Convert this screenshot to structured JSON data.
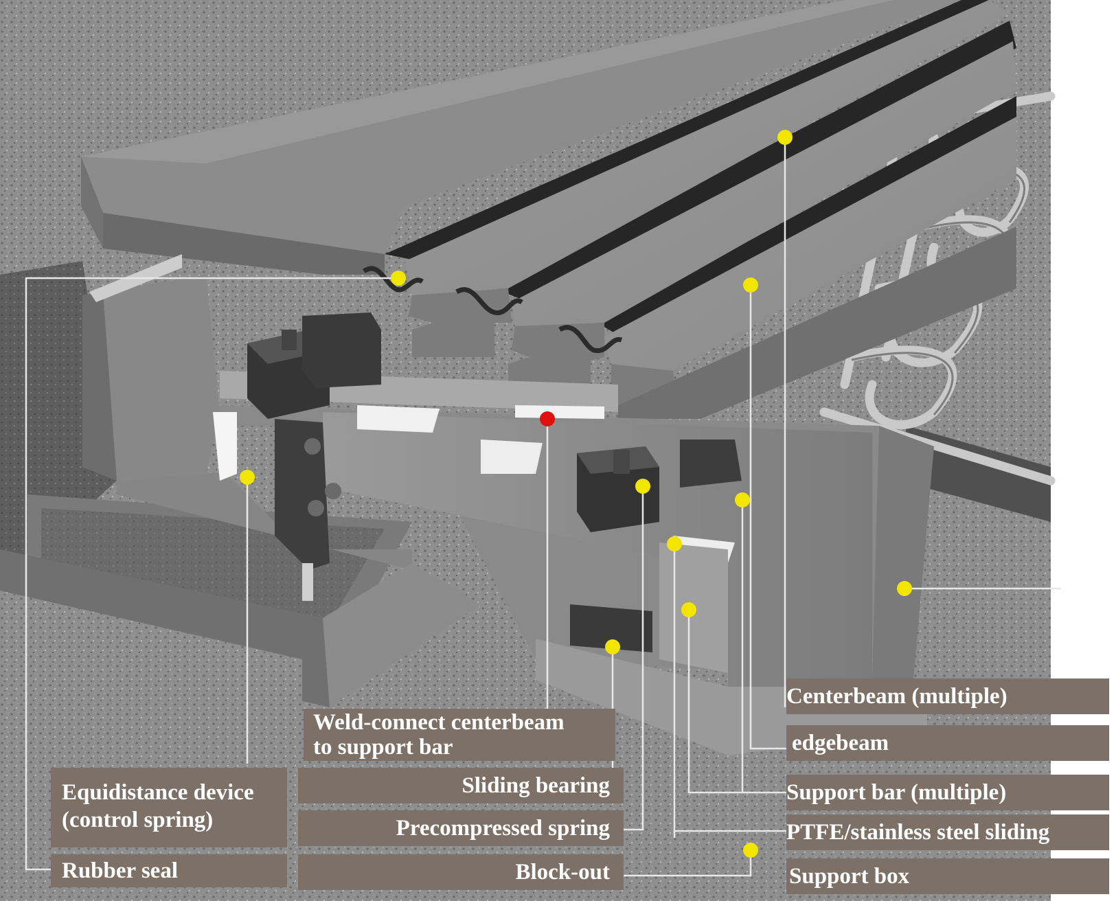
{
  "labels": {
    "rubber_seal": "Rubber seal",
    "equidistance_line1": "Equidistance device",
    "equidistance_line2": "(control spring)",
    "weld_line1": "Weld-connect centerbeam",
    "weld_line2": "to support bar",
    "sliding_bearing": "Sliding bearing",
    "precompressed_spring": "Precompressed spring",
    "block_out": "Block-out",
    "centerbeam": "Centerbeam  (multiple)",
    "edgebeam": "edgebeam",
    "support_bar": "Support bar (multiple)",
    "ptfe": "PTFE/stainless steel sliding",
    "support_box": "Support box"
  },
  "colors": {
    "label_bg": "#7d7066",
    "label_text": "#ffffff",
    "marker": "#f2e600",
    "weld_marker": "#e01010",
    "leader": "#e8e8e8"
  }
}
